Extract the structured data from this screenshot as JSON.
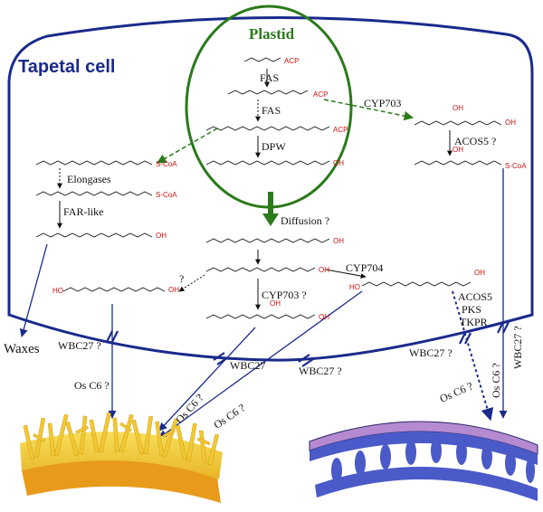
{
  "labels": {
    "tapetal_cell": "Tapetal cell",
    "plastid": "Plastid",
    "fas_1": "FAS",
    "fas_2": "FAS",
    "dpw": "DPW",
    "cyp703_top": "CYP703",
    "acos5_q": "ACOS5 ?",
    "elongases": "Elongases",
    "far_like": "FAR-like",
    "diffusion": "Diffusion ?",
    "question": "?",
    "cyp704": "CYP704",
    "cyp703_mid": "CYP703 ?",
    "acos5": "ACOS5",
    "pks": "PKS",
    "tkpr": "TKPR",
    "waxes": "Waxes",
    "wbc27_left": "WBC27 ?",
    "wbc27_mid1": "WBC27",
    "wbc27_mid2": "WBC27 ?",
    "wbc27_right": "WBC27 ?",
    "wbc27_right_vert": "WBC27 ?",
    "osc6_left": "Os C6 ?",
    "osc6_mid1": "Os C6 ?",
    "osc6_mid2": "Os C6 ?",
    "osc6_right1": "Os C6 ?",
    "osc6_right_vert": "Os C6 ?"
  },
  "chem": {
    "acp_1": "ACP",
    "acp_2": "ACP",
    "acp_3": "ACP",
    "oh_dpw": "OH",
    "scoa_1": "S-CoA",
    "scoa_2": "S-CoA",
    "scoa_3": "S-CoA",
    "oh_far": "OH",
    "oh_diff": "OH",
    "oh_acid": "OH",
    "ho_left": "HO",
    "oh_left": "OH",
    "oh_cyp703_1": "OH",
    "oh_cyp703_2": "OH",
    "oh_cyp703_mid": "OH",
    "oh_cyp703_mid2": "OH",
    "oh_cyp704": "OH",
    "ho_cyp704": "HO",
    "oh_acos": "OH"
  },
  "colors": {
    "cell_border": "#1a2a8c",
    "plastid_border": "#2a7a1a",
    "arrow_green": "#2a7a1a",
    "arrow_blue": "#1a2a8c",
    "chem_red": "#cc1111",
    "anther_yellow": "#f2c832",
    "anther_orange": "#e89a1a",
    "exine_blue": "#4a5ac8",
    "exine_purple": "#b58ad0"
  }
}
